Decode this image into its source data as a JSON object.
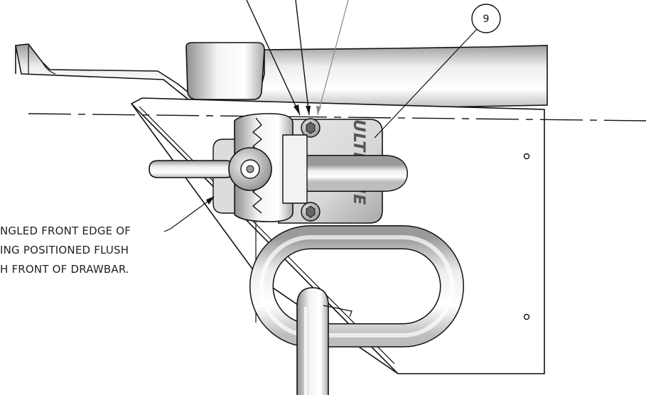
{
  "balloon": {
    "number": "9"
  },
  "note": {
    "line1": "NGLED FRONT EDGE OF",
    "line2": "ING POSITIONED FLUSH",
    "line3": "H FRONT OF DRAWBAR."
  },
  "logo_text": "ULTRATIE"
}
